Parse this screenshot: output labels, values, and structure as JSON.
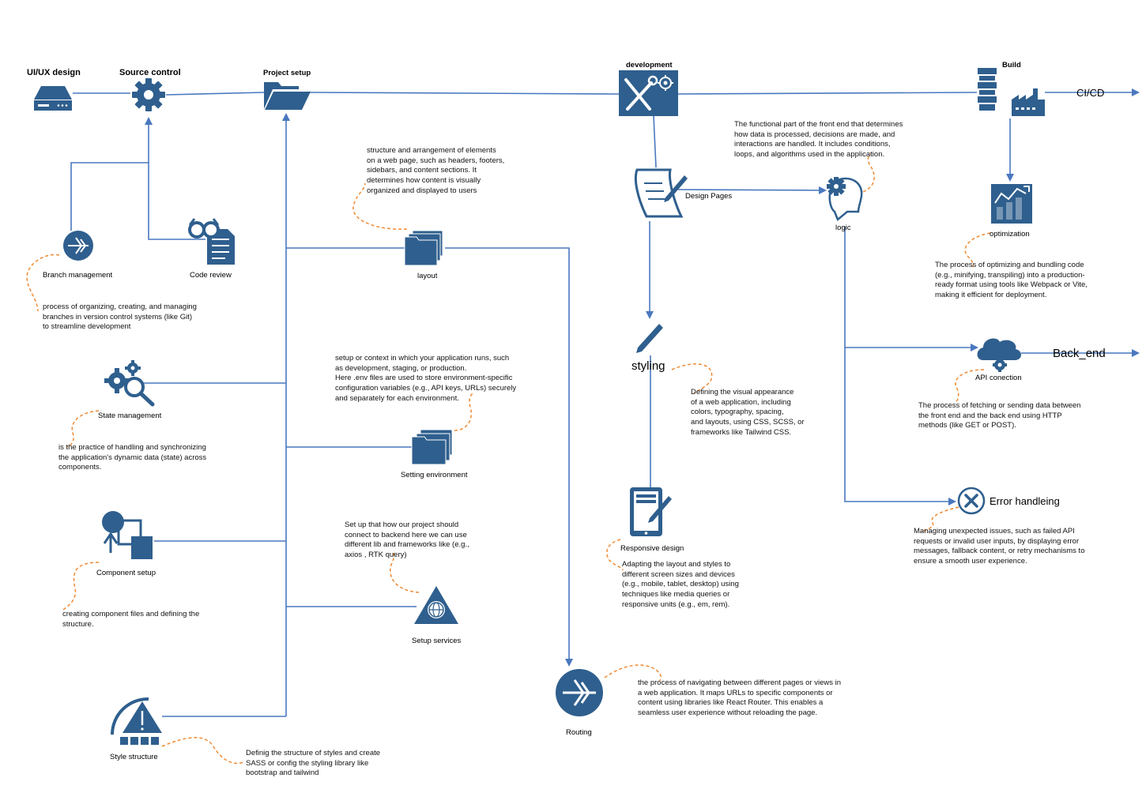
{
  "colors": {
    "icon": "#2f5f8e",
    "connector": "#4a78bf",
    "annotation_curve": "#ef8a33"
  },
  "nodes": {
    "uiux": {
      "label": "UI/UX design",
      "icon": "server-icon"
    },
    "source_control": {
      "label": "Source control",
      "icon": "gear-icon"
    },
    "project_setup": {
      "label": "Project setup",
      "icon": "folder-open-icon"
    },
    "development": {
      "label": "development",
      "icon": "tools-icon"
    },
    "build": {
      "label": "Build",
      "icon": "stack-factory-icon"
    },
    "cicd": {
      "label": "CI/CD"
    },
    "branch_management": {
      "label": "Branch management",
      "icon": "branch-icon"
    },
    "code_review": {
      "label": "Code review",
      "icon": "glasses-document-icon"
    },
    "layout": {
      "label": "layout",
      "icon": "folders-icon"
    },
    "state_management": {
      "label": "State management",
      "icon": "gears-search-icon"
    },
    "setting_environment": {
      "label": "Setting environment",
      "icon": "folders-icon"
    },
    "component_setup": {
      "label": "Component setup",
      "icon": "component-icon"
    },
    "setup_services": {
      "label": "Setup services",
      "icon": "triangle-globe-icon"
    },
    "style_structure": {
      "label": "Style structure",
      "icon": "arc-warning-icon"
    },
    "routing": {
      "label": "Routing",
      "icon": "routing-icon"
    },
    "design_pages": {
      "label": "Design Pages",
      "icon": "scroll-pen-icon"
    },
    "styling": {
      "label": "styling",
      "icon": "pen-icon"
    },
    "responsive_design": {
      "label": "Responsive design",
      "icon": "tablet-icon"
    },
    "logic": {
      "label": "logic",
      "icon": "head-gear-icon"
    },
    "optimization": {
      "label": "optimization",
      "icon": "chart-up-icon"
    },
    "api_connection": {
      "label": "API conection",
      "icon": "cloud-gear-icon"
    },
    "back_end": {
      "label": "Back_end"
    },
    "error_handling": {
      "label": "Error handleing",
      "icon": "x-circle-icon"
    }
  },
  "notes": {
    "branch": "process of organizing, creating, and managing\nbranches in version control systems (like Git)\nto streamline development",
    "layout": "structure and arrangement of elements\non a web page, such as headers, footers,\nsidebars, and content sections. It\ndetermines how content is visually\norganized and displayed to users",
    "state": " is the practice of handling and synchronizing\nthe application's dynamic data (state) across\ncomponents.",
    "environment": "setup or context in which your application runs, such\nas development, staging, or production.\nHere .env files are used to store environment-specific\nconfiguration variables (e.g., API keys, URLs) securely\nand separately for each environment.",
    "component": "creating component files and defining the\nstructure.",
    "services": "Set up that how our project should\nconnect to backend here we can use\ndifferent lib and frameworks like (e.g.,\naxios , RTK query)",
    "style_structure": "Definig the structure of styles and create\nSASS or config the styling library like\nbootstrap and tailwind",
    "routing": "the process of navigating between different pages or views in\na web application. It maps URLs to specific components or\ncontent using libraries like React Router. This enables a\nseamless user experience without reloading the page.",
    "styling": "Defining the visual appearance\nof a web application, including\ncolors, typography, spacing,\nand layouts, using CSS, SCSS, or\nframeworks like Tailwind CSS.",
    "responsive": "Adapting the layout and styles to\ndifferent screen sizes and devices\n(e.g., mobile, tablet, desktop) using\ntechniques like media queries or\nresponsive units (e.g., em, rem).",
    "logic": "The functional part of the front end that determines\nhow data is processed, decisions are made, and\ninteractions are handled. It includes conditions,\nloops, and algorithms used in the application.",
    "optimization": "The process of optimizing and bundling code\n(e.g., minifying, transpiling) into a production-\nready format using tools like Webpack or Vite,\nmaking it efficient for deployment.",
    "api": " The process of fetching or sending data between\nthe front end and the back end using HTTP\nmethods (like GET or POST).",
    "error": "Managing unexpected issues, such as failed API\nrequests or invalid user inputs, by displaying error\nmessages, fallback content, or retry mechanisms to\nensure a smooth user experience."
  }
}
